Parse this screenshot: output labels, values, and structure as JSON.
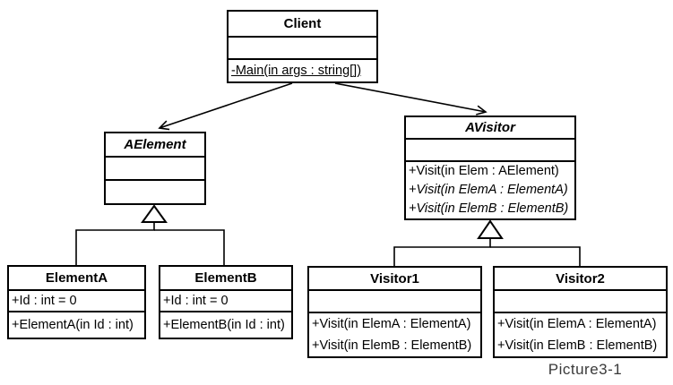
{
  "page": {
    "caption": "Picture3-1",
    "background_color": "#ffffff",
    "line_color": "#000000",
    "caption_color": "#3a3a3a"
  },
  "classes": {
    "client": {
      "name": "Client",
      "attributes": [],
      "methods": [
        "-Main(in args : string[])"
      ]
    },
    "aelement": {
      "name": "AElement",
      "attributes": [],
      "methods": []
    },
    "avisitor": {
      "name": "AVisitor",
      "attributes": [],
      "methods": [
        "+Visit(in Elem : AElement)",
        "+Visit(in ElemA : ElementA)",
        "+Visit(in ElemB : ElementB)"
      ]
    },
    "elementa": {
      "name": "ElementA",
      "attributes": [
        "+Id : int = 0"
      ],
      "methods": [
        "+ElementA(in Id : int)"
      ]
    },
    "elementb": {
      "name": "ElementB",
      "attributes": [
        "+Id : int = 0"
      ],
      "methods": [
        "+ElementB(in Id : int)"
      ]
    },
    "visitor1": {
      "name": "Visitor1",
      "attributes": [],
      "methods": [
        "+Visit(in ElemA : ElementA)",
        "+Visit(in ElemB : ElementB)"
      ]
    },
    "visitor2": {
      "name": "Visitor2",
      "attributes": [],
      "methods": [
        "+Visit(in ElemA : ElementA)",
        "+Visit(in ElemB : ElementB)"
      ]
    }
  }
}
